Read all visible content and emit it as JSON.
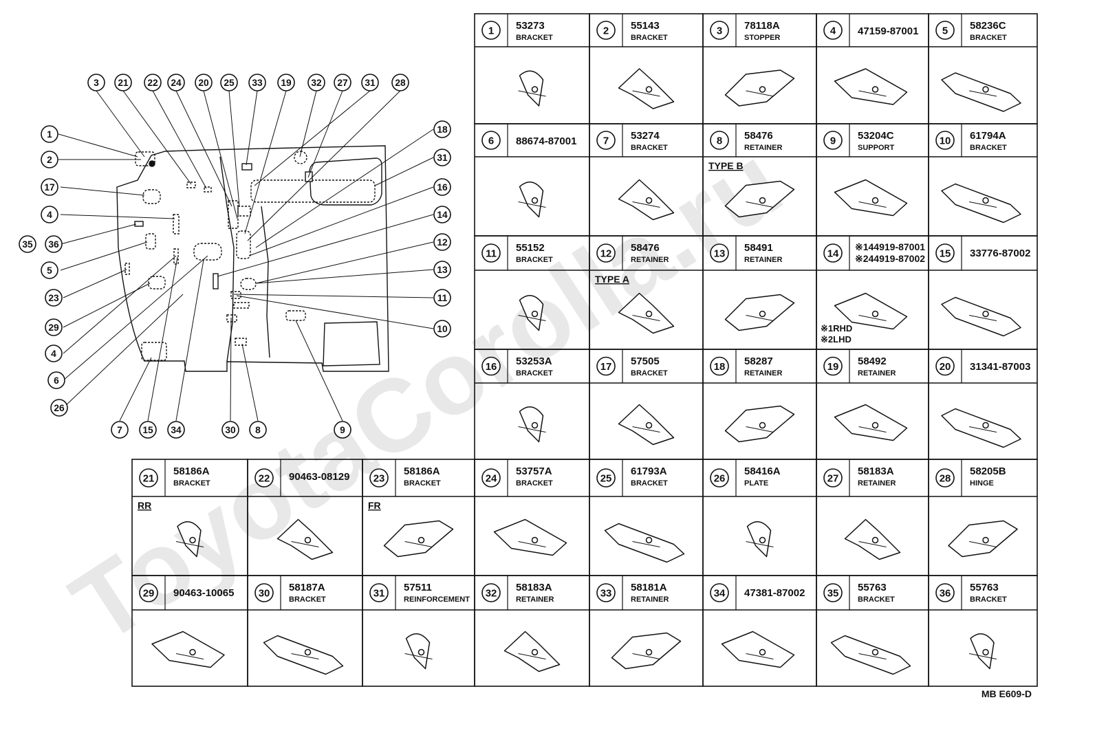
{
  "figure_code": "MB E609-D",
  "watermark": "ToyotaCorolla.ru",
  "callouts_top": [
    "3",
    "21",
    "22",
    "24",
    "20",
    "25",
    "33",
    "19",
    "32",
    "27",
    "31",
    "28"
  ],
  "callouts_left": [
    "1",
    "2",
    "17",
    "4",
    "35",
    "36",
    "5",
    "23",
    "29",
    "4",
    "6",
    "26"
  ],
  "callouts_right": [
    "18",
    "31",
    "16",
    "14",
    "12",
    "13",
    "11",
    "10"
  ],
  "callouts_bottom": [
    "7",
    "15",
    "34",
    "30",
    "8",
    "9"
  ],
  "parts": [
    {
      "num": "1",
      "part_no": "53273",
      "desc": "BRACKET"
    },
    {
      "num": "2",
      "part_no": "55143",
      "desc": "BRACKET"
    },
    {
      "num": "3",
      "part_no": "78118A",
      "desc": "STOPPER"
    },
    {
      "num": "4",
      "part_no": "47159-87001",
      "desc": ""
    },
    {
      "num": "5",
      "part_no": "58236C",
      "desc": "BRACKET"
    },
    {
      "num": "6",
      "part_no": "88674-87001",
      "desc": ""
    },
    {
      "num": "7",
      "part_no": "53274",
      "desc": "BRACKET"
    },
    {
      "num": "8",
      "part_no": "58476",
      "desc": "RETAINER",
      "note": "TYPE B"
    },
    {
      "num": "9",
      "part_no": "53204C",
      "desc": "SUPPORT"
    },
    {
      "num": "10",
      "part_no": "61794A",
      "desc": "BRACKET"
    },
    {
      "num": "11",
      "part_no": "55152",
      "desc": "BRACKET"
    },
    {
      "num": "12",
      "part_no": "58476",
      "desc": "RETAINER",
      "note": "TYPE A"
    },
    {
      "num": "13",
      "part_no": "58491",
      "desc": "RETAINER"
    },
    {
      "num": "14",
      "part_no": "※144919-87001",
      "part_no2": "※244919-87002",
      "desc": "",
      "footnote1": "※1RHD",
      "footnote2": "※2LHD"
    },
    {
      "num": "15",
      "part_no": "33776-87002",
      "desc": ""
    },
    {
      "num": "16",
      "part_no": "53253A",
      "desc": "BRACKET"
    },
    {
      "num": "17",
      "part_no": "57505",
      "desc": "BRACKET"
    },
    {
      "num": "18",
      "part_no": "58287",
      "desc": "RETAINER"
    },
    {
      "num": "19",
      "part_no": "58492",
      "desc": "RETAINER"
    },
    {
      "num": "20",
      "part_no": "31341-87003",
      "desc": ""
    },
    {
      "num": "21",
      "part_no": "58186A",
      "desc": "BRACKET",
      "note": "RR"
    },
    {
      "num": "22",
      "part_no": "90463-08129",
      "desc": ""
    },
    {
      "num": "23",
      "part_no": "58186A",
      "desc": "BRACKET",
      "note": "FR"
    },
    {
      "num": "24",
      "part_no": "53757A",
      "desc": "BRACKET"
    },
    {
      "num": "25",
      "part_no": "61793A",
      "desc": "BRACKET"
    },
    {
      "num": "26",
      "part_no": "58416A",
      "desc": "PLATE"
    },
    {
      "num": "27",
      "part_no": "58183A",
      "desc": "RETAINER"
    },
    {
      "num": "28",
      "part_no": "58205B",
      "desc": "HINGE"
    },
    {
      "num": "29",
      "part_no": "90463-10065",
      "desc": ""
    },
    {
      "num": "30",
      "part_no": "58187A",
      "desc": "BRACKET"
    },
    {
      "num": "31",
      "part_no": "57511",
      "desc": "REINFORCEMENT"
    },
    {
      "num": "32",
      "part_no": "58183A",
      "desc": "RETAINER"
    },
    {
      "num": "33",
      "part_no": "58181A",
      "desc": "RETAINER"
    },
    {
      "num": "34",
      "part_no": "47381-87002",
      "desc": ""
    },
    {
      "num": "35",
      "part_no": "55763",
      "desc": "BRACKET"
    },
    {
      "num": "36",
      "part_no": "55763",
      "desc": "BRACKET"
    }
  ]
}
